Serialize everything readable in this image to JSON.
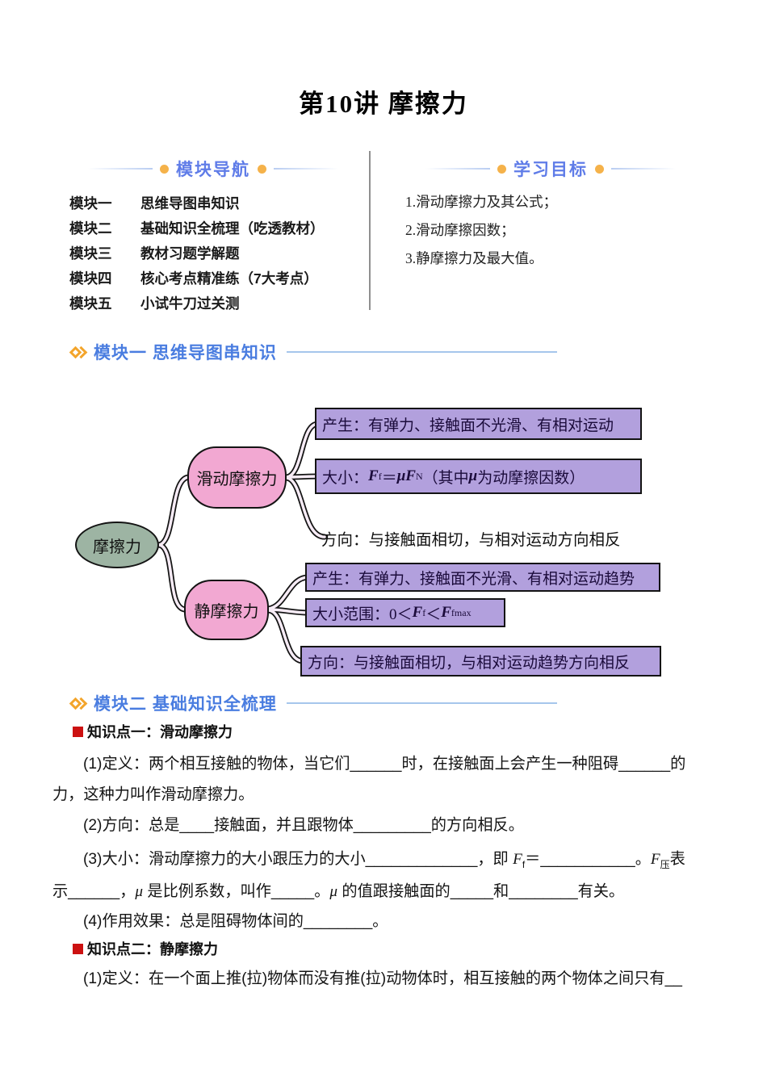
{
  "page": {
    "title": "第10讲 摩擦力"
  },
  "nav": {
    "title": "模块导航",
    "items": [
      {
        "label": "模块一",
        "text": "思维导图串知识"
      },
      {
        "label": "模块二",
        "text": "基础知识全梳理（吃透教材）"
      },
      {
        "label": "模块三",
        "text": "教材习题学解题"
      },
      {
        "label": "模块四",
        "text": "核心考点精准练（7大考点）"
      },
      {
        "label": "模块五",
        "text": "小试牛刀过关测"
      }
    ]
  },
  "objectives": {
    "title": "学习目标",
    "items": [
      "1.滑动摩擦力及其公式；",
      "2.滑动摩擦因数；",
      "3.静摩擦力及最大值。"
    ]
  },
  "sections": {
    "module1": "模块一 思维导图串知识",
    "module2": "模块二 基础知识全梳理"
  },
  "mindmap": {
    "root": "摩擦力",
    "sliding": {
      "label": "滑动摩擦力",
      "produce": "产生：有弹力、接触面不光滑、有相对运动",
      "magnitude_html": "大小：<i>F</i><sub>f</sub>＝<i>μF</i><sub>N</sub>（其中 <i>μ</i> 为动摩擦因数）",
      "direction": "方向：与接触面相切，与相对运动方向相反"
    },
    "static": {
      "label": "静摩擦力",
      "produce": "产生：有弹力、接触面不光滑、有相对运动趋势",
      "range_html": "大小范围：0＜<i>F</i><sub>f</sub>＜<i>F</i><sub>fmax</sub>",
      "direction": "方向：与接触面相切，与相对运动趋势方向相反"
    }
  },
  "kp1": {
    "heading": "知识点一：滑动摩擦力",
    "lines": [
      "(1)定义：两个相互接触的物体，当它们______时，在接触面上会产生一种阻碍______的",
      "力，这种力叫作滑动摩擦力。",
      "(2)方向：总是____接触面，并且跟物体_________的方向相反。",
      "(3)大小：滑动摩擦力的大小跟压力的大小_____________，即 <i>F</i><sub>f</sub>＝___________。<i>F</i><sub>压</sub>表",
      "示______，<i>μ</i> 是比例系数，叫作_____。<i>μ</i> 的值跟接触面的_____和________有关。",
      "(4)作用效果：总是阻碍物体间的________。"
    ]
  },
  "kp2": {
    "heading": "知识点二：静摩擦力",
    "lines": [
      "(1)定义：在一个面上推(拉)物体而没有推(拉)动物体时，相互接触的两个物体之间只有__"
    ]
  }
}
